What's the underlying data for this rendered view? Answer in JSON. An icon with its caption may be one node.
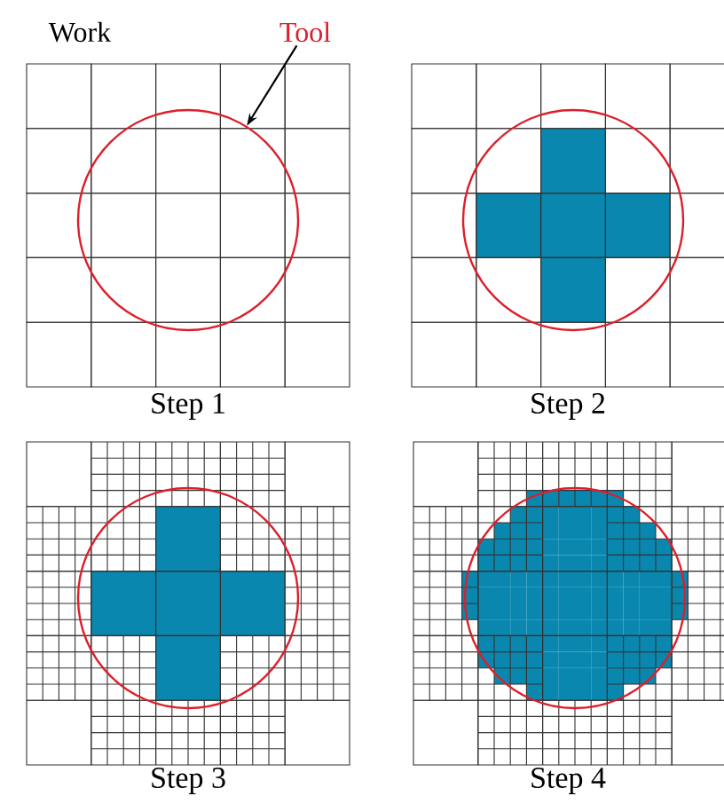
{
  "diagram": {
    "nodes": [
      {
        "text": [
          "Tool"
        ]
      },
      {
        "text": [],
        "shape": "circle"
      }
    ],
    "edges": [
      {
        "from": 0,
        "to": 1,
        "arrow": "to"
      }
    ],
    "labels": [
      "Work",
      "Step 1",
      "Step 2",
      "Step 3",
      "Step 4"
    ]
  }
}
